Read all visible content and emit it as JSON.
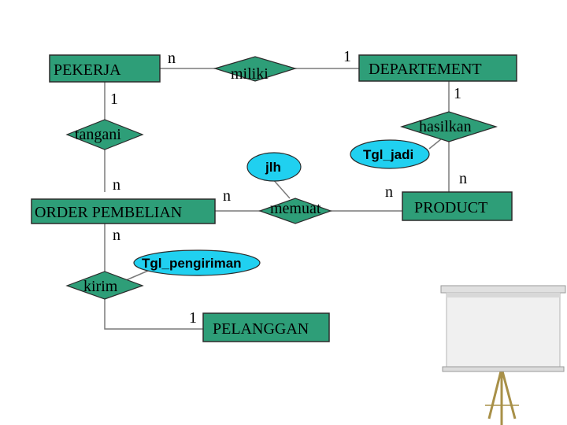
{
  "entities": {
    "pekerja": "PEKERJA",
    "departement": "DEPARTEMENT",
    "order_pembelian": "ORDER PEMBELIAN",
    "product": "PRODUCT",
    "pelanggan": "PELANGGAN"
  },
  "relationships": {
    "miliki": "miliki",
    "tangani": "tangani",
    "hasilkan": "hasilkan",
    "memuat": "memuat",
    "kirim": "kirim"
  },
  "attributes": {
    "jlh": "jlh",
    "tgl_jadi": "Tgl_jadi",
    "tgl_pengiriman": "Tgl_pengiriman"
  },
  "cardinalities": {
    "pekerja_miliki": "n",
    "departement_miliki": "1",
    "pekerja_tangani": "1",
    "departement_hasilkan": "1",
    "order_tangani": "n",
    "order_memuat": "n",
    "product_memuat": "n",
    "product_hasilkan": "n",
    "order_kirim": "n",
    "pelanggan_kirim": "1"
  },
  "colors": {
    "entity_fill": "#2e9e78",
    "relationship_fill": "#2e9e78",
    "attribute_fill": "#20d0f0",
    "line": "#7a7a7a"
  },
  "icons": {
    "projector_screen": "projector-screen-icon"
  }
}
